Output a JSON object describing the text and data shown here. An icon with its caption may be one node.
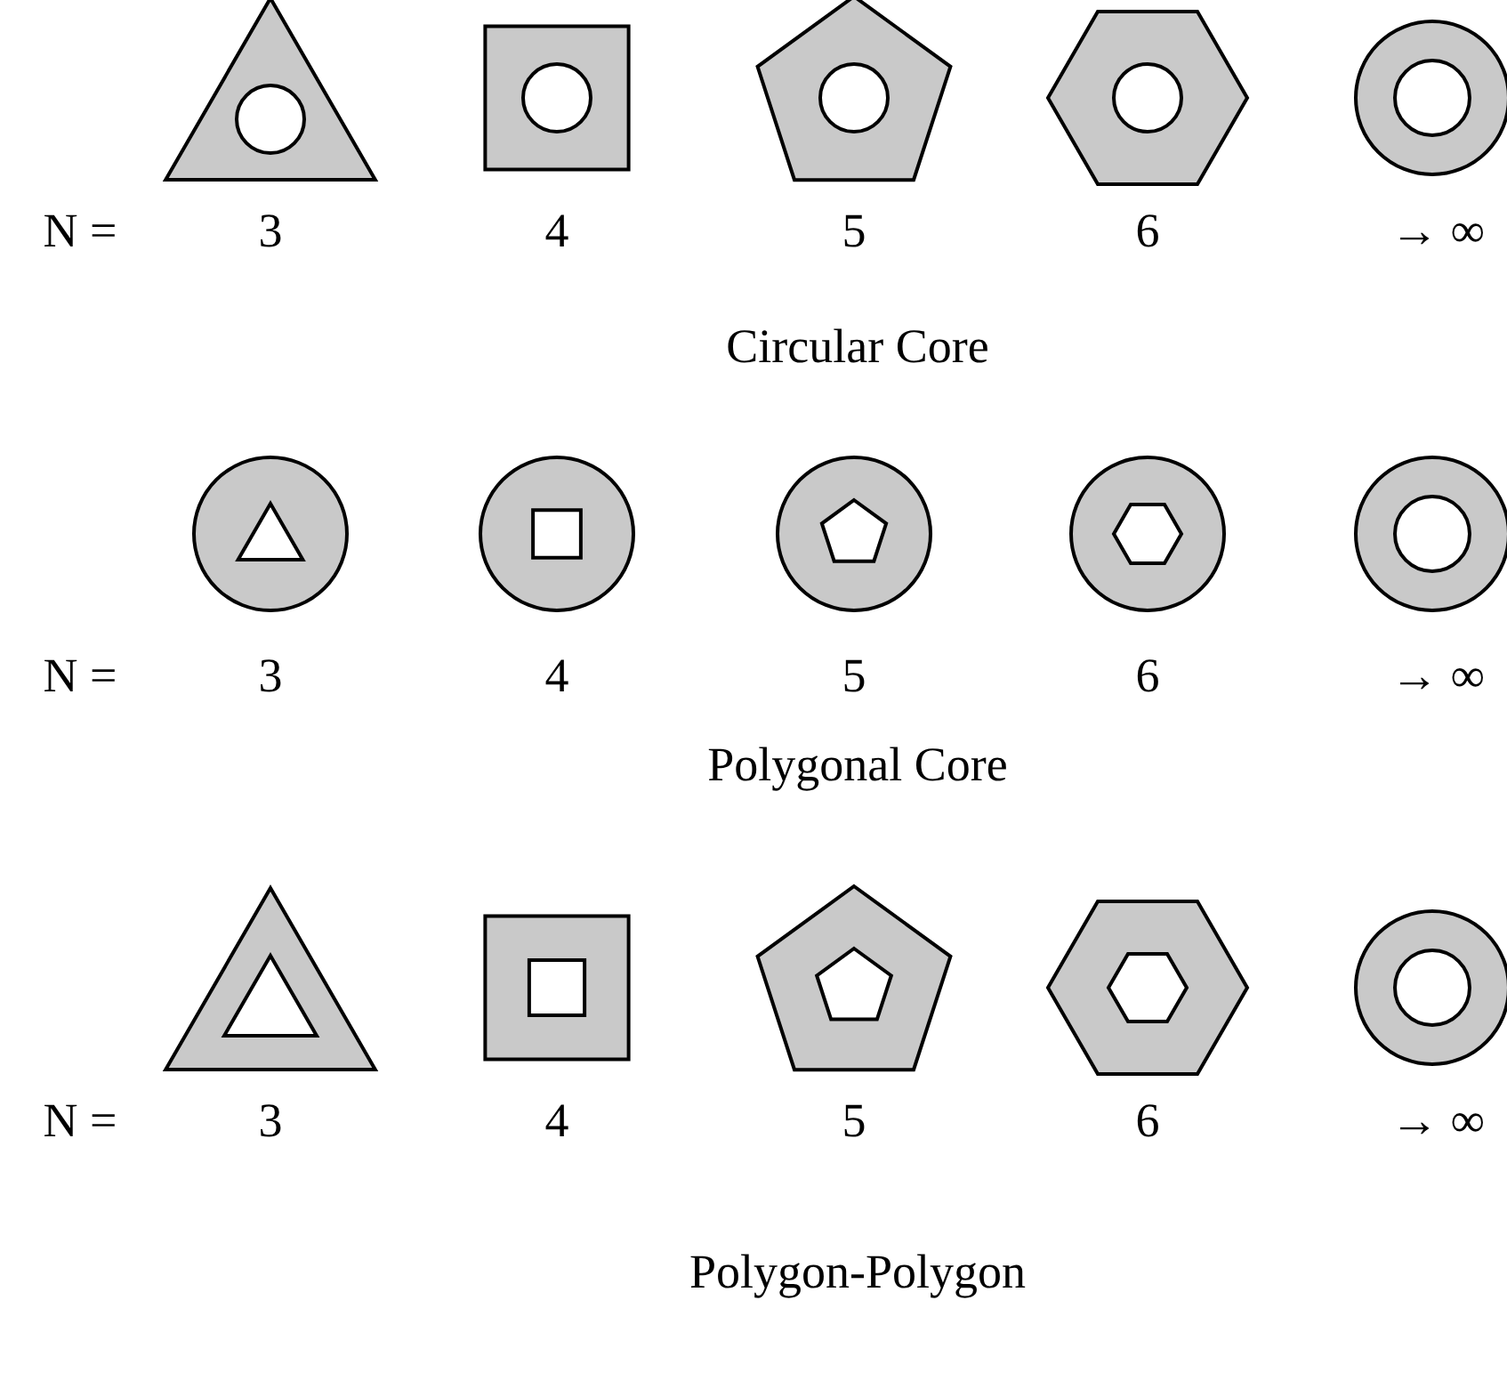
{
  "diagram": {
    "labels": [
      "N =",
      "3",
      "4",
      "5",
      "6",
      "→ ∞",
      "Circular Core",
      "N =",
      "3",
      "4",
      "5",
      "6",
      "→ ∞",
      "Polygonal Core",
      "N =",
      "3",
      "4",
      "5",
      "6",
      "→ ∞",
      "Polygon-Polygon"
    ]
  }
}
